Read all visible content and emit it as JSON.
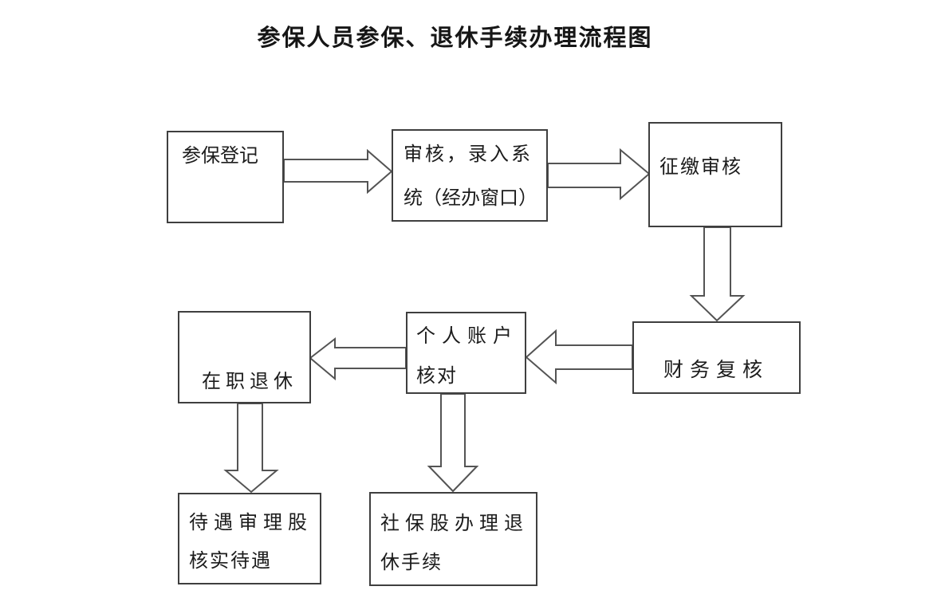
{
  "title": "参保人员参保、退休手续办理流程图",
  "nodes": {
    "canbao_dengji": {
      "line1": "参保登记"
    },
    "shenhe_luru": {
      "line1": "审核，录入系",
      "line2": "统（经办窗口）"
    },
    "zhengjiao_shenhe": {
      "line1": "征缴审核"
    },
    "caiwu_fuhe": {
      "line1": "财务复核"
    },
    "geren_zhanghu": {
      "line1": "个人账户",
      "line2": "核对"
    },
    "zaizhi_tuixiu": {
      "line1": "在职退休"
    },
    "daiyu_shenli": {
      "line1": "待遇审理股",
      "line2": "核实待遇"
    },
    "shebao_banli": {
      "line1": "社保股办理退",
      "line2": "休手续"
    }
  },
  "edges": [
    {
      "from": "参保登记",
      "to": "审核，录入系统（经办窗口）",
      "direction": "right"
    },
    {
      "from": "审核，录入系统（经办窗口）",
      "to": "征缴审核",
      "direction": "right"
    },
    {
      "from": "征缴审核",
      "to": "财务复核",
      "direction": "down"
    },
    {
      "from": "财务复核",
      "to": "个人账户核对",
      "direction": "left"
    },
    {
      "from": "个人账户核对",
      "to": "在职退休",
      "direction": "left"
    },
    {
      "from": "在职退休",
      "to": "待遇审理股核实待遇",
      "direction": "down"
    },
    {
      "from": "个人账户核对",
      "to": "社保股办理退休手续",
      "direction": "down"
    }
  ],
  "colors": {
    "background": "#ffffff",
    "box_border": "#3f3f3f",
    "arrow_outline": "#545454",
    "text": "#1c1c1c"
  }
}
